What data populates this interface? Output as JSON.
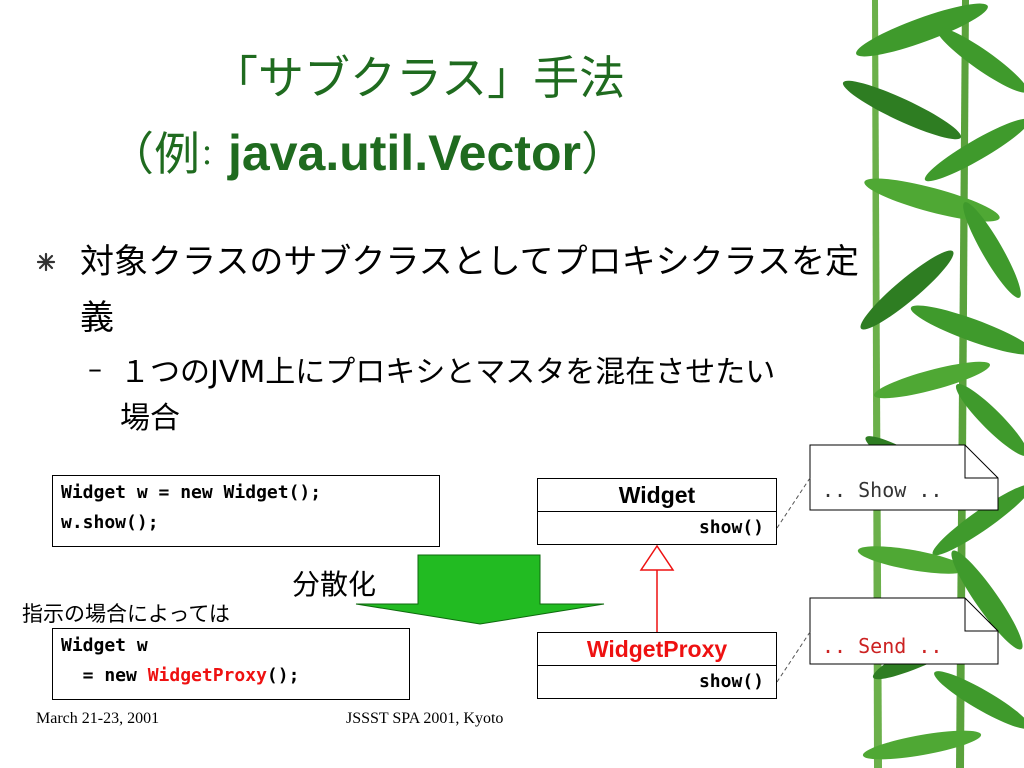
{
  "title": {
    "line1": "「サブクラス」手法",
    "line2_open": "（例",
    "line2_colon": "：",
    "line2_code": "java.util.Vector",
    "line2_close": "）"
  },
  "bullets": {
    "main": "対象クラスのサブクラスとしてプロキシクラスを定義",
    "dash": "–",
    "sub": "１つのJVM上にプロキシとマスタを混在させたい場合"
  },
  "code1": {
    "line1": "Widget w = new Widget();",
    "line2": "w.show();"
  },
  "code2": {
    "line1": "Widget w",
    "line2_prefix": "  = new ",
    "line2_class": "WidgetProxy",
    "line2_suffix": "();"
  },
  "labels": {
    "distribute": "分散化",
    "instruction": "指示の場合によっては"
  },
  "uml": {
    "widget_name": "Widget",
    "widget_op": "show()",
    "proxy_name": "WidgetProxy",
    "proxy_op": "show()"
  },
  "notes": {
    "note1": ".. Show ..",
    "note2": ".. Send .."
  },
  "footer": {
    "date": "March 21-23, 2001",
    "conference": "JSSST SPA 2001, Kyoto"
  },
  "colors": {
    "title": "#1f6b1f",
    "arrow": "#22bb22",
    "highlight": "#ee1111",
    "bamboo": "#3f9a2c"
  }
}
